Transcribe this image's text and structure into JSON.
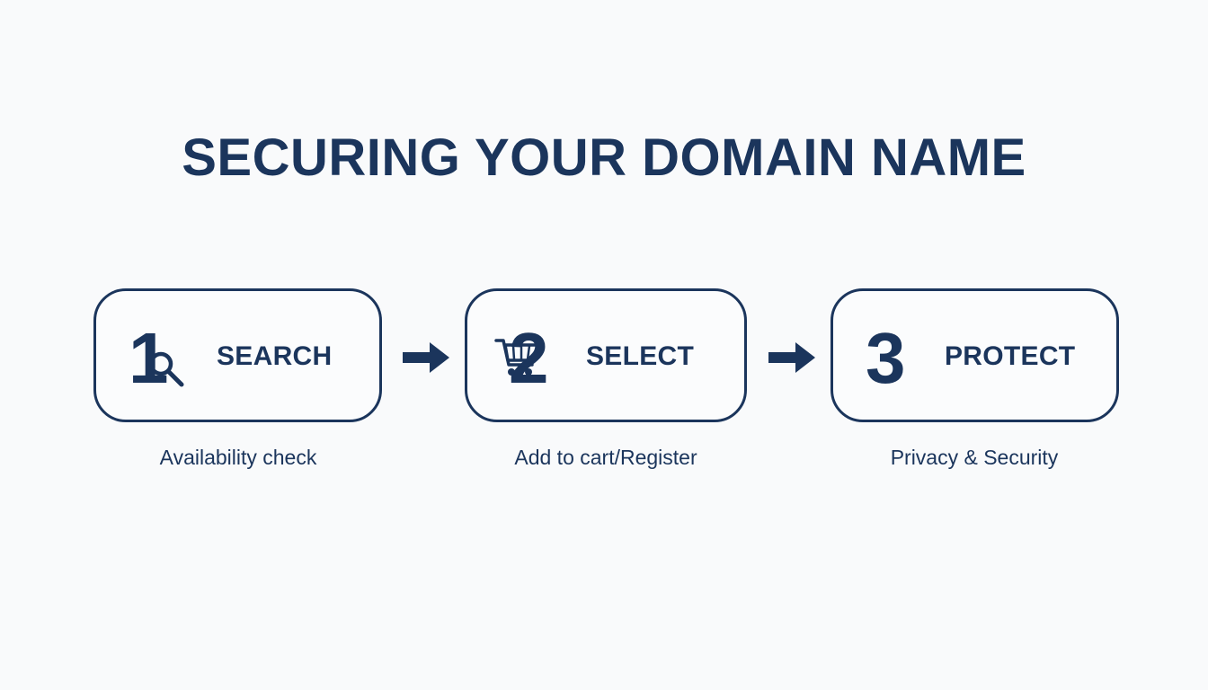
{
  "title": "SECURING YOUR DOMAIN NAME",
  "steps": [
    {
      "number": "1",
      "label": "SEARCH",
      "caption": "Availability check",
      "icon": "magnifier-icon"
    },
    {
      "number": "2",
      "label": "SELECT",
      "caption": "Add to cart/Register",
      "icon": "shopping-cart-icon"
    },
    {
      "number": "3",
      "label": "PROTECT",
      "caption": "Privacy & Security",
      "icon": ""
    }
  ],
  "colors": {
    "primary": "#1b355c",
    "background": "#f9fafb"
  }
}
